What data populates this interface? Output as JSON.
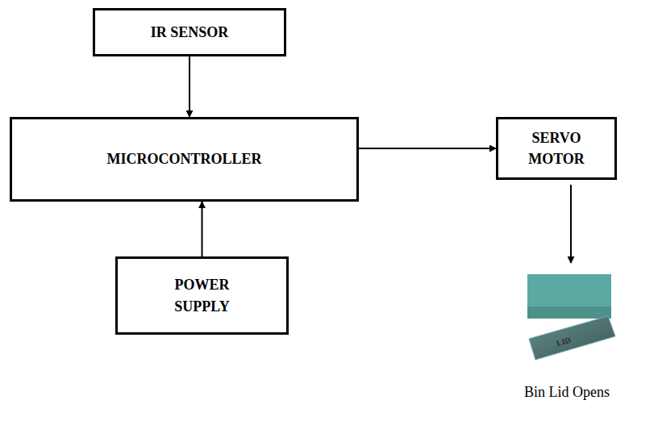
{
  "diagram": {
    "nodes": [
      {
        "text": [
          "IR SENSOR"
        ]
      },
      {
        "text": [
          "MICROCONTROLLER"
        ]
      },
      {
        "text": [
          "SERVO MOTOR"
        ]
      },
      {
        "text": [
          "POWER SUPPLY"
        ]
      }
    ],
    "edges": [
      {
        "from": 0,
        "to": 1,
        "arrow": "to"
      },
      {
        "from": 3,
        "to": 1,
        "arrow": "to"
      },
      {
        "from": 1,
        "to": 2,
        "arrow": "to"
      }
    ],
    "labels": [
      "LID",
      "Bin Lid Opens"
    ]
  }
}
